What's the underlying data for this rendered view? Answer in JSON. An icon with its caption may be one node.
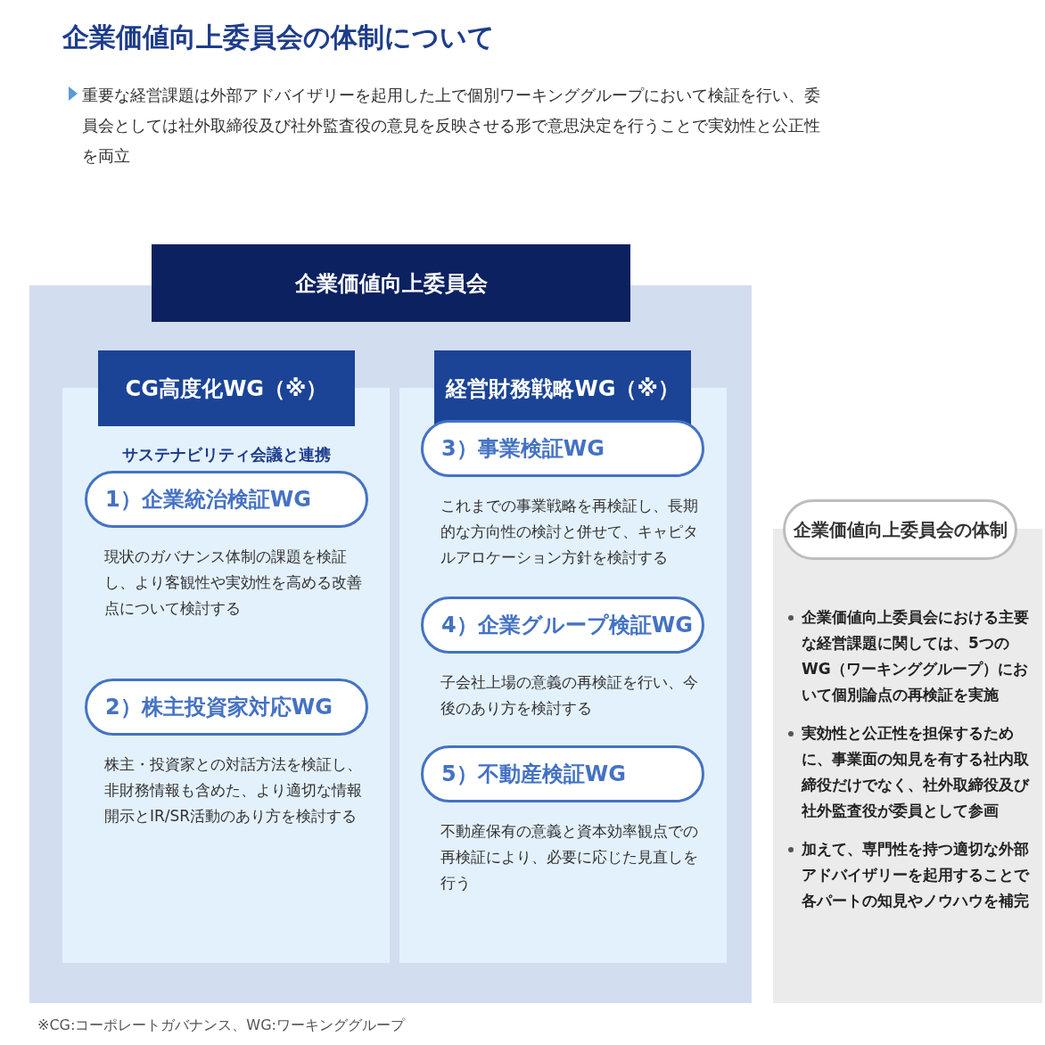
{
  "diagram": {
    "title": "企業価値向上委員会の体制について",
    "nodes": [
      {
        "text": [
          "企業価値向上委員会"
        ]
      },
      {
        "text": [
          "CG高度化WG（※）",
          "サステナビリティ会議と連携"
        ],
        "in": 0
      },
      {
        "text": [
          "1）企業統治検証WG"
        ],
        "in": 1,
        "beside": [
          "現状のガバナンス体制の課題を検証し、より客観性や実効性を高める改善点について検討する"
        ]
      },
      {
        "text": [
          "2）株主投資家対応WG"
        ],
        "in": 1,
        "beside": [
          "株主・投資家との対話方法を検証し、非財務情報も含めた、より適切な情報開示とIR/SR活動のあり方を検討する"
        ]
      },
      {
        "text": [
          "経営財務戦略WG（※）"
        ],
        "in": 0
      },
      {
        "text": [
          "3）事業検証WG"
        ],
        "in": 4,
        "beside": [
          "これまでの事業戦略を再検証し、長期的な方向性の検討と併せて、キャピタルアロケーション方針を検討する"
        ]
      },
      {
        "text": [
          "4）企業グループ検証WG"
        ],
        "in": 4,
        "beside": [
          "子会社上場の意義の再検証を行い、今後のあり方を検討する"
        ]
      },
      {
        "text": [
          "5）不動産検証WG"
        ],
        "in": 4,
        "beside": [
          "不動産保有の意義と資本効率観点での再検証により、必要に応じた見直しを行う"
        ]
      },
      {
        "text": [
          "企業価値向上委員会の体制",
          "企業価値向上委員会における主要な経営課題に関しては、5つのWG（ワーキンググループ）において個別論点の再検証を実施",
          "実効性と公正性を担保するために、事業面の知見を有する社内取締役だけでなく、社外取締役及び社外監査役が委員として参画",
          "加えて、専門性を持つ適切な外部アドバイザリーを起用することで各パートの知見やノウハウを補完"
        ]
      }
    ],
    "labels": [
      "重要な経営課題は外部アドバイザリーを起用した上で個別ワーキンググループにおいて検証を行い、委員会としては社外取締役及び社外監査役の意見を反映させる形で意思決定を行うことで実効性と公正性を両立",
      "※CG:コーポレートガバナンス、WG:ワーキンググループ"
    ]
  }
}
